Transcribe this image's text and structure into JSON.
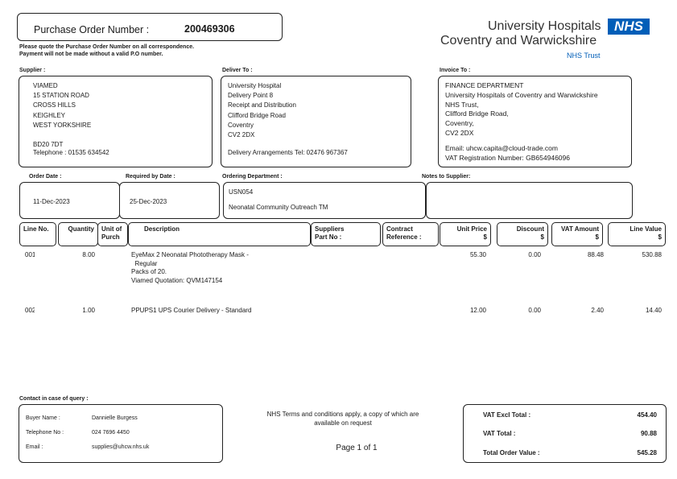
{
  "header": {
    "po_label": "Purchase Order Number :",
    "po_number": "200469306",
    "note_line1": "Please quote the Purchase Order Number on all correspondence.",
    "note_line2": "Payment will not be made without a valid P.O number."
  },
  "logo": {
    "line1": "University Hospitals",
    "line2": "Coventry and Warwickshire",
    "badge": "NHS",
    "trust": "NHS Trust",
    "brand_color": "#005eb8"
  },
  "supplier": {
    "label": "Supplier :",
    "lines": [
      "VIAMED",
      "15 STATION ROAD",
      "CROSS HILLS",
      "KEIGHLEY",
      "WEST YORKSHIRE",
      "",
      "BD20 7DT"
    ],
    "telephone": "Telephone : 01535 634542"
  },
  "deliver": {
    "label": "Deliver To :",
    "lines": [
      "University Hospital",
      "Delivery Point 8",
      "Receipt and Distribution",
      "Clifford Bridge Road",
      "Coventry",
      "CV2 2DX"
    ],
    "arrangements": "Delivery Arrangements Tel: 02476 967367"
  },
  "invoice": {
    "label": "Invoice To :",
    "lines": [
      "FINANCE DEPARTMENT",
      "University Hospitals of Coventry and Warwickshire",
      "NHS Trust,",
      "Clifford Bridge Road,",
      "Coventry,",
      "CV2 2DX"
    ],
    "email": "Email: uhcw.capita@cloud-trade.com",
    "vat": "VAT Registration Number: GB654946096"
  },
  "order_info": {
    "order_date_label": "Order Date :",
    "order_date": "11-Dec-2023",
    "required_label": "Required by Date :",
    "required_date": "25-Dec-2023",
    "dept_label": "Ordering Department :",
    "dept_code": "USN054",
    "dept_name": "Neonatal Community Outreach TM",
    "notes_label": "Notes to Supplier:"
  },
  "table": {
    "headers": {
      "line_no": "Line No.",
      "quantity": "Quantity",
      "unit_a": "Unit of",
      "unit_b": "Purch",
      "description": "Description",
      "supp_a": "Suppliers",
      "supp_b": "Part No :",
      "contract_a": "Contract",
      "contract_b": "Reference :",
      "price_a": "Unit Price",
      "price_b": "$",
      "discount_a": "Discount",
      "discount_b": "$",
      "vat_a": "VAT Amount",
      "vat_b": "$",
      "value_a": "Line Value",
      "value_b": "$"
    },
    "rows": [
      {
        "line": "001",
        "qty": "8.00",
        "desc": [
          "EyeMax 2 Neonatal Phototherapy Mask -",
          "  Regular",
          "Packs of 20.",
          "Viamed Quotation: QVM147154"
        ],
        "price": "55.30",
        "discount": "0.00",
        "vat": "88.48",
        "value": "530.88"
      },
      {
        "line": "002",
        "qty": "1.00",
        "desc": [
          "PPUPS1 UPS Courier Delivery - Standard"
        ],
        "price": "12.00",
        "discount": "0.00",
        "vat": "2.40",
        "value": "14.40"
      }
    ]
  },
  "contact": {
    "label": "Contact in case of query :",
    "buyer_label": "Buyer Name :",
    "buyer": "Dannielle Burgess",
    "phone_label": "Telephone No :",
    "phone": "024 7696 4450",
    "email_label": "Email :",
    "email": "supplies@uhcw.nhs.uk"
  },
  "terms": {
    "line1": "NHS Terms and conditions apply, a copy of which are",
    "line2": "available on request",
    "page": "Page 1 of 1"
  },
  "totals": {
    "excl_label": "VAT Excl Total :",
    "excl": "454.40",
    "vat_label": "VAT Total :",
    "vat": "90.88",
    "total_label": "Total Order Value :",
    "total": "545.28"
  }
}
